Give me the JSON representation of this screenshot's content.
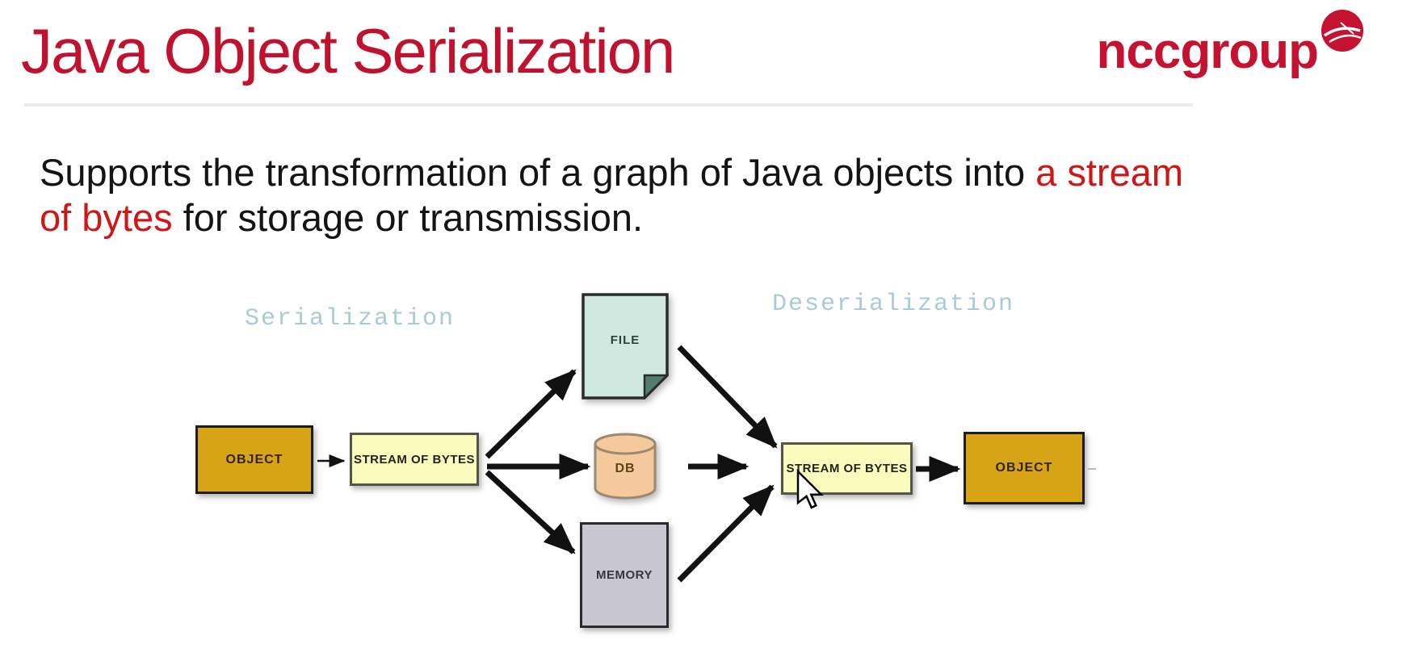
{
  "header": {
    "title": "Java Object Serialization",
    "logo_text": "nccgroup",
    "logo_icon": "globe-swoosh-icon"
  },
  "intro": {
    "line1_black": "Supports the transformation of a graph of Java objects into ",
    "line1_red": "a stream",
    "line2_red": "of bytes",
    "line2_black": " for storage or transmission."
  },
  "diagram": {
    "serialization_label": "Serialization",
    "deserialization_label": "Deserialization",
    "nodes": {
      "object_source": "OBJECT",
      "stream_of_bytes_1": "STREAM OF BYTES",
      "file": "FILE",
      "db": "DB",
      "memory": "MEMORY",
      "stream_of_bytes_2": "STREAM OF BYTES",
      "object_dest": "OBJECT"
    },
    "flows": [
      "OBJECT -> STREAM OF BYTES",
      "STREAM OF BYTES -> FILE",
      "STREAM OF BYTES -> DB",
      "STREAM OF BYTES -> MEMORY",
      "FILE -> STREAM OF BYTES",
      "DB -> STREAM OF BYTES",
      "MEMORY -> STREAM OF BYTES",
      "STREAM OF BYTES -> OBJECT"
    ]
  },
  "colors": {
    "title_red": "#c0122f",
    "logo_red": "#c41230",
    "body_text_red": "#d01616",
    "body_text_black": "#141414",
    "gold_box": "#d7a417",
    "light_yellow_box": "#fbfbbe",
    "mint_file": "#cfe9e0",
    "fold_green": "#4f7e6e",
    "peach_db": "#f5c99c",
    "gray_memory": "#c7c6d1",
    "phase_label_blue": "#a9cbd6",
    "arrow_black": "#111111"
  },
  "cursor": "mouse-pointer over second STREAM OF BYTES box"
}
